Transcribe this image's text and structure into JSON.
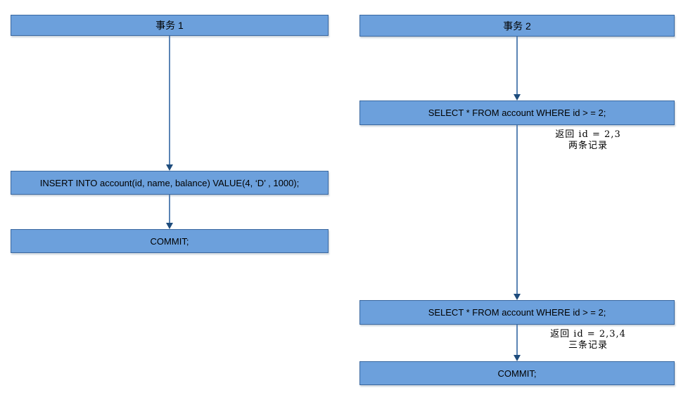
{
  "colors": {
    "box-fill": "#6CA0DC",
    "box-border": "#3A68A0",
    "arrow-line": "#5B84B5",
    "arrow-head": "#1E4C7C",
    "text": "#000000"
  },
  "t1": {
    "header": "事务 1",
    "insert_sql": "INSERT INTO account(id, name, balance) VALUE(4, ‘D’ , 1000);",
    "commit_sql": "COMMIT;"
  },
  "t2": {
    "header": "事务 2",
    "select1_sql": "SELECT * FROM account WHERE id > = 2;",
    "select2_sql": "SELECT * FROM account WHERE id > = 2;",
    "commit_sql": "COMMIT;",
    "annotation1": {
      "line1": "返回 id = 2,3",
      "line2": "两条记录"
    },
    "annotation2": {
      "line1": "返回 id = 2,3,4",
      "line2": "三条记录"
    }
  }
}
